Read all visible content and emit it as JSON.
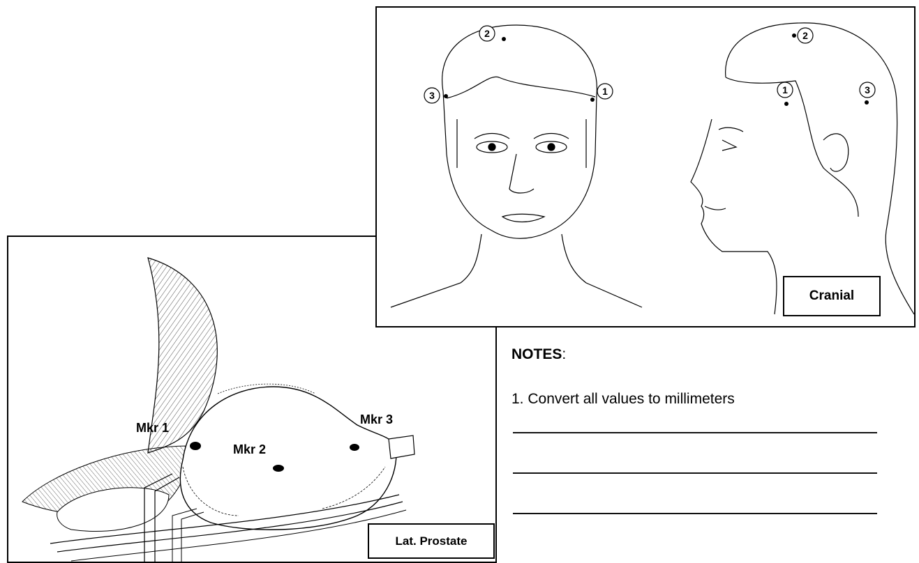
{
  "cranial": {
    "label": "Cranial",
    "frontal_markers": [
      "1",
      "2",
      "3"
    ],
    "profile_markers": [
      "1",
      "2",
      "3"
    ]
  },
  "prostate": {
    "label": "Lat. Prostate",
    "markers": [
      "Mkr 1",
      "Mkr 2",
      "Mkr 3"
    ]
  },
  "notes": {
    "title": "NOTES",
    "colon": ":",
    "items": [
      "1.  Convert all values to millimeters"
    ]
  }
}
